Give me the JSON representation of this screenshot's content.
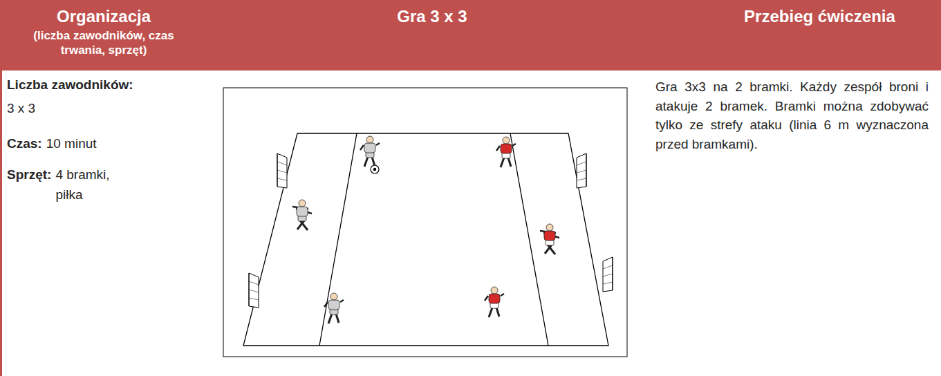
{
  "diagram": {
    "nodes": [
      {
        "text": [
          "Organizacja",
          "(liczba zawodników, czas trwania, sprzęt)"
        ]
      },
      {
        "text": [
          "Gra 3 x 3"
        ]
      },
      {
        "text": [
          "Przebieg ćwiczenia"
        ]
      }
    ],
    "labels": [
      "Liczba zawodników:",
      "3 x 3",
      "Czas:",
      "10 minut",
      "Sprzęt:",
      "4 bramki, piłka",
      "Gra 3x3 na 2 bramki. Każdy zespół broni i atakuje 2 bramek. Bramki można zdobywać tylko ze strefy ataku (linia 6 m wyznaczona przed bramkami)."
    ]
  }
}
